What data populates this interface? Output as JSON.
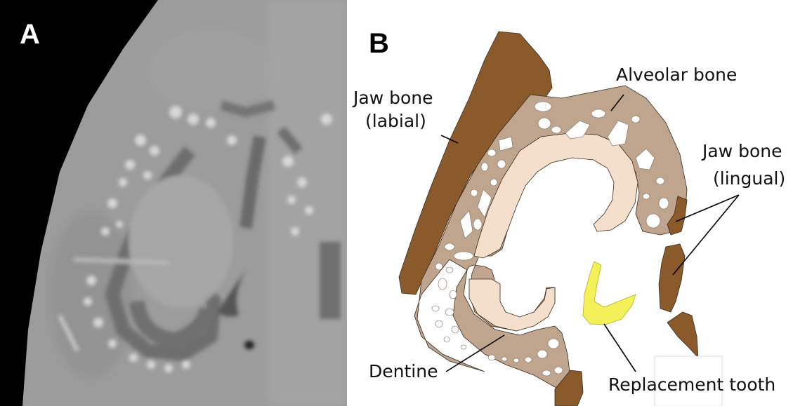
{
  "panels": {
    "a": {
      "letter": "A"
    },
    "b": {
      "letter": "B"
    }
  },
  "labels": {
    "jaw_bone_labial_line1": "Jaw bone",
    "jaw_bone_labial_line2": "(labial)",
    "alveolar_bone": "Alveolar bone",
    "jaw_bone_lingual_line1": "Jaw bone",
    "jaw_bone_lingual_line2": "(lingual)",
    "dentine": "Dentine",
    "replacement_tooth": "Replacement tooth"
  },
  "colors": {
    "jaw_bone": "#8a5a2b",
    "alveolar_bone": "#bfa58e",
    "dentine": "#f3dfcc",
    "replacement_tooth": "#f3f05a",
    "micrograph_bg": "#000000",
    "micrograph_tissue": "#9a9a9a"
  }
}
